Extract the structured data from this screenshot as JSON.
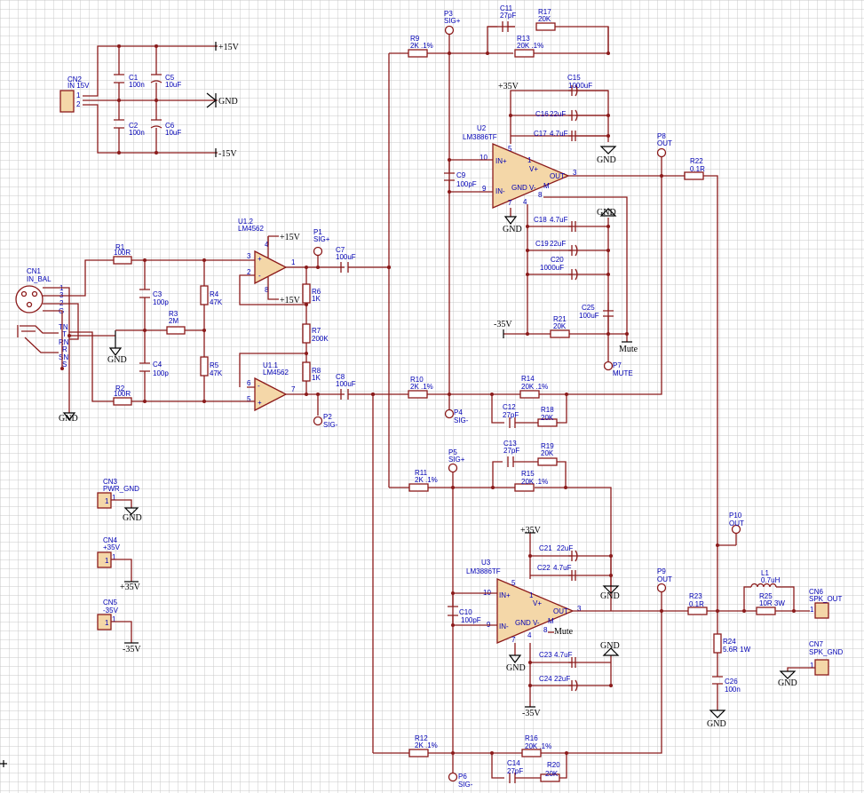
{
  "title": "",
  "colors": {
    "wire": "#8b1a1a",
    "label": "#0000b4",
    "net": "#000000",
    "grid": "#c8c8c8",
    "background": "#ffffff"
  },
  "tags": {
    "CN2": [
      "CN2",
      "IN 15V"
    ],
    "CN1": [
      "CN1",
      "IN_BAL"
    ],
    "CN3": [
      "CN3",
      "PWR_GND"
    ],
    "CN4": [
      "CN4",
      "+35V"
    ],
    "CN5": [
      "CN5",
      "-35V"
    ],
    "CN6": [
      "CN6",
      "SPK_OUT"
    ],
    "CN7": [
      "CN7",
      "SPK_GND"
    ],
    "C1": [
      "C1",
      "100n"
    ],
    "C2": [
      "C2",
      "100n"
    ],
    "C5": [
      "C5",
      "10uF"
    ],
    "C6": [
      "C6",
      "10uF"
    ],
    "R1": [
      "R1",
      "100R"
    ],
    "R2": [
      "R2",
      "100R"
    ],
    "C3": [
      "C3",
      "100p"
    ],
    "C4": [
      "C4",
      "100p"
    ],
    "R3": [
      "R3",
      "2M"
    ],
    "R4": [
      "R4",
      "47K"
    ],
    "R5": [
      "R5",
      "47K"
    ],
    "U12": [
      "U1.2",
      "LM4562"
    ],
    "U11": [
      "U1.1",
      "LM4562"
    ],
    "R6": [
      "R6",
      "1K"
    ],
    "R7": [
      "R7",
      "200K"
    ],
    "R8": [
      "R8",
      "1K"
    ],
    "C7": [
      "C7",
      "100uF"
    ],
    "C8": [
      "C8",
      "100uF"
    ],
    "P1": [
      "P1",
      "SIG+"
    ],
    "P2": [
      "P2",
      "SIG-"
    ],
    "P3": [
      "P3",
      "SIG+"
    ],
    "P4": [
      "P4",
      "SIG-"
    ],
    "P5": [
      "P5",
      "SIG+"
    ],
    "P6": [
      "P6",
      "SIG-"
    ],
    "P7": [
      "P7",
      "MUTE"
    ],
    "P8": [
      "P8",
      "OUT"
    ],
    "P9": [
      "P9",
      "OUT"
    ],
    "P10": [
      "P10",
      "OUT"
    ],
    "R9": [
      "R9",
      "2K .1%"
    ],
    "R10": [
      "R10",
      "2K .1%"
    ],
    "R11": [
      "R11",
      "2K .1%"
    ],
    "R12": [
      "R12",
      "2K .1%"
    ],
    "C11": [
      "C11",
      "27pF"
    ],
    "R17": [
      "R17",
      "20K"
    ],
    "R13": [
      "R13",
      "20K .1%"
    ],
    "C12": [
      "C12",
      "27pF"
    ],
    "R18": [
      "R18",
      "20K"
    ],
    "R14": [
      "R14",
      "20K .1%"
    ],
    "C13": [
      "C13",
      "27pF"
    ],
    "R19": [
      "R19",
      "20K"
    ],
    "R15": [
      "R15",
      "20K .1%"
    ],
    "C14": [
      "C14",
      "27pF"
    ],
    "R20": [
      "R20",
      "20K"
    ],
    "R16": [
      "R16",
      "20K .1%"
    ],
    "U2": [
      "U2",
      "LM3886TF"
    ],
    "U3": [
      "U3",
      "LM3886TF"
    ],
    "C9": [
      "C9",
      "100pF"
    ],
    "C10": [
      "C10",
      "100pF"
    ],
    "C15": [
      "C15",
      "1000uF"
    ],
    "C16": [
      "C16",
      "22uF"
    ],
    "C17": [
      "C17",
      "4.7uF"
    ],
    "C18": [
      "C18",
      "4.7uF"
    ],
    "C19": [
      "C19",
      "22uF"
    ],
    "C20": [
      "C20",
      "1000uF"
    ],
    "C25": [
      "C25",
      "100uF"
    ],
    "R21": [
      "R21",
      "20K"
    ],
    "C21": [
      "C21",
      "22uF"
    ],
    "C22": [
      "C22",
      "4.7uF"
    ],
    "C23": [
      "C23",
      "4.7uF"
    ],
    "C24": [
      "C24",
      "22uF"
    ],
    "R22": [
      "R22",
      "0.1R"
    ],
    "R23": [
      "R23",
      "0.1R"
    ],
    "L1": [
      "L1",
      "0.7uH"
    ],
    "R25": [
      "R25",
      "10R 3W"
    ],
    "R24": [
      "R24",
      "5.6R 1W"
    ],
    "C26": [
      "C26",
      "100n"
    ]
  },
  "nets": {
    "plus15": "+15V",
    "minus15": "-15V",
    "gnd": "GND",
    "plus35": "+35V",
    "minus35": "-35V",
    "mute": "Mute"
  },
  "pins": {
    "n1": "1",
    "n2": "2",
    "n3": "3",
    "n4": "4",
    "n5": "5",
    "n6": "6",
    "n7": "7",
    "n8": "8",
    "n9": "9",
    "n10": "10",
    "g": "G",
    "tn": "TN",
    "rn": "RN",
    "sn": "SN",
    "t": "T",
    "r": "R",
    "s": "S",
    "inp": "IN+",
    "inn": "IN-",
    "vp": "V+",
    "vn": "V-",
    "gndpin": "GND",
    "m": "M",
    "out": "OUT",
    "plus": "+",
    "minus": "-"
  }
}
